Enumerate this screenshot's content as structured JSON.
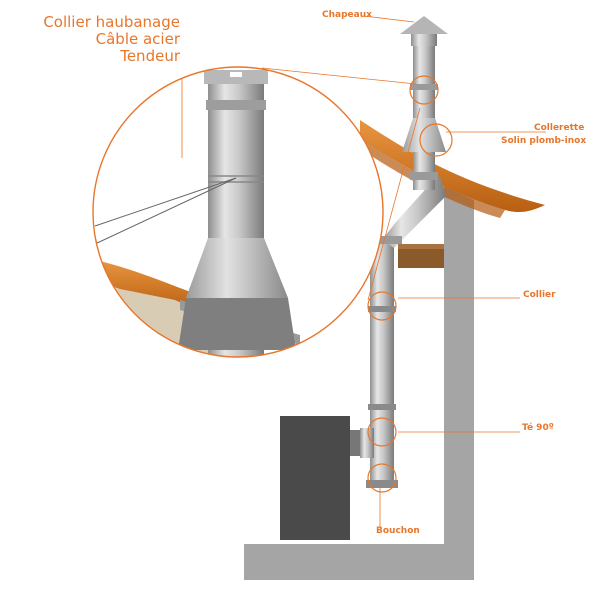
{
  "diagram": {
    "labels": {
      "haubanage_lines": [
        "Collier haubanage",
        "Câble acier",
        "Tendeur"
      ],
      "chapeaux": "Chapeaux",
      "collerette": "Collerette",
      "solin": "Solin plomb-inox",
      "collier": "Collier",
      "te90": "Té 90º",
      "bouchon": "Bouchon"
    },
    "colors": {
      "accent": "#e8762b",
      "wall": "#a5a5a5",
      "pipe": "#c4c4c4",
      "stove": "#4a4a4a",
      "roof": "#d9781f",
      "beam": "#8b5a2b"
    }
  }
}
